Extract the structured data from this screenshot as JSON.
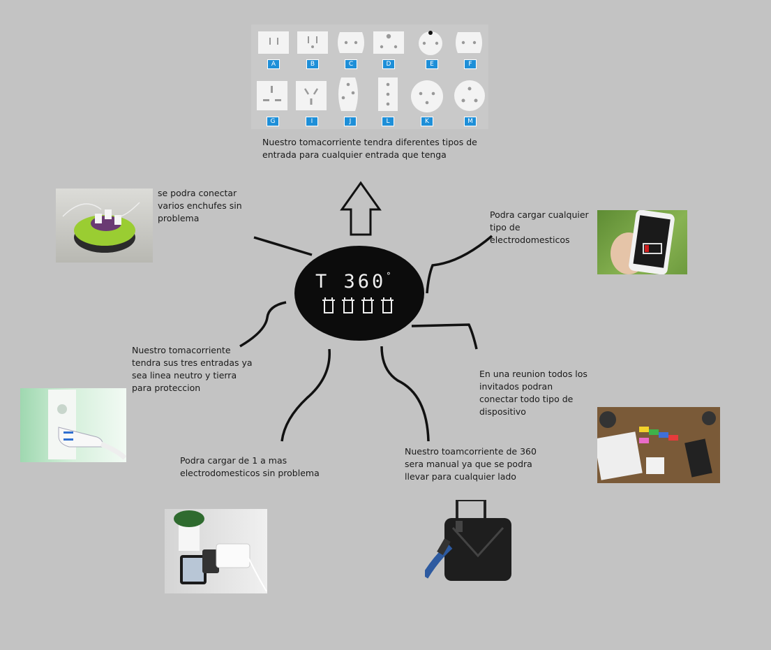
{
  "center_logo": {
    "text": "T 360",
    "degree": "°"
  },
  "plug_types": {
    "row1": [
      "A",
      "B",
      "C",
      "D",
      "E",
      "F"
    ],
    "row2": [
      "G",
      "I",
      "J",
      "L",
      "K",
      "M"
    ]
  },
  "notes": {
    "top": "Nuestro tomacorriente tendra diferentes tipos de\nentrada para cualquier entrada que tenga",
    "top_left": "se podra conectar\nvarios enchufes sin\nproblema",
    "top_right": "Podra cargar cualquier\ntipo de\nelectrodomesticos",
    "mid_left": "Nuestro tomacorriente\ntendra sus tres entradas ya\nsea linea neutro y tierra\npara proteccion",
    "mid_right": "En una reunion todos los\ninvitados podran\nconectar todo tipo de\ndispositivo",
    "bottom_left": "Podra cargar de 1 a mas\nelectrodomesticos sin problema",
    "bottom_right": "Nuestro toamcorriente de 360\nsera manual ya que se podra\nllevar para cualquier lado"
  },
  "colors": {
    "background": "#c3c3c3",
    "label_blue": "#1e8fd8",
    "logo_bg": "#0c0c0c"
  }
}
